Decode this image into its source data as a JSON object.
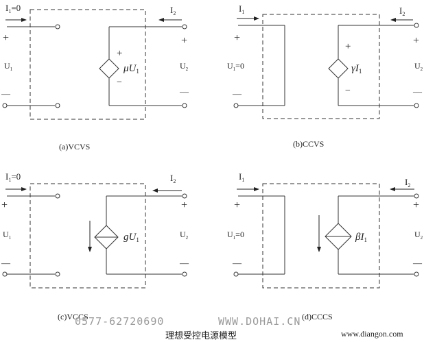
{
  "panels": [
    {
      "id": "a",
      "i1_label": "I",
      "i1_sub": "1",
      "i1_suffix": "=0",
      "i2_label": "I",
      "i2_sub": "2",
      "u1_label": "U",
      "u1_sub": "1",
      "u1_suffix": "",
      "u2_label": "U",
      "u2_sub": "2",
      "plus": "+",
      "minus": "—",
      "source_value": "μU",
      "source_sub": "1",
      "caption": "(a)VCVS"
    },
    {
      "id": "b",
      "i1_label": "I",
      "i1_sub": "1",
      "i1_suffix": "",
      "i2_label": "I",
      "i2_sub": "2",
      "u1_label": "U",
      "u1_sub": "1",
      "u1_suffix": "=0",
      "u2_label": "U",
      "u2_sub": "2",
      "plus": "+",
      "minus": "—",
      "source_value": "γI",
      "source_sub": "1",
      "caption": "(b)CCVS"
    },
    {
      "id": "c",
      "i1_label": "I",
      "i1_sub": "1",
      "i1_suffix": "=0",
      "i2_label": "I",
      "i2_sub": "2",
      "u1_label": "U",
      "u1_sub": "1",
      "u1_suffix": "",
      "u2_label": "U",
      "u2_sub": "2",
      "plus": "+",
      "minus": "—",
      "source_value": "gU",
      "source_sub": "1",
      "caption": "(c)VCCS"
    },
    {
      "id": "d",
      "i1_label": "I",
      "i1_sub": "1",
      "i1_suffix": "",
      "i2_label": "I",
      "i2_sub": "2",
      "u1_label": "U",
      "u1_sub": "1",
      "u1_suffix": "=0",
      "u2_label": "U",
      "u2_sub": "2",
      "plus": "+",
      "minus": "—",
      "source_value": "βI",
      "source_sub": "1",
      "caption": "(d)CCCS"
    }
  ],
  "watermark": {
    "phone": "0577-62720690",
    "site": "WWW.DOHAI.CN"
  },
  "footer": {
    "title": "理想受控电源模型",
    "url": "www.diangon.com"
  }
}
